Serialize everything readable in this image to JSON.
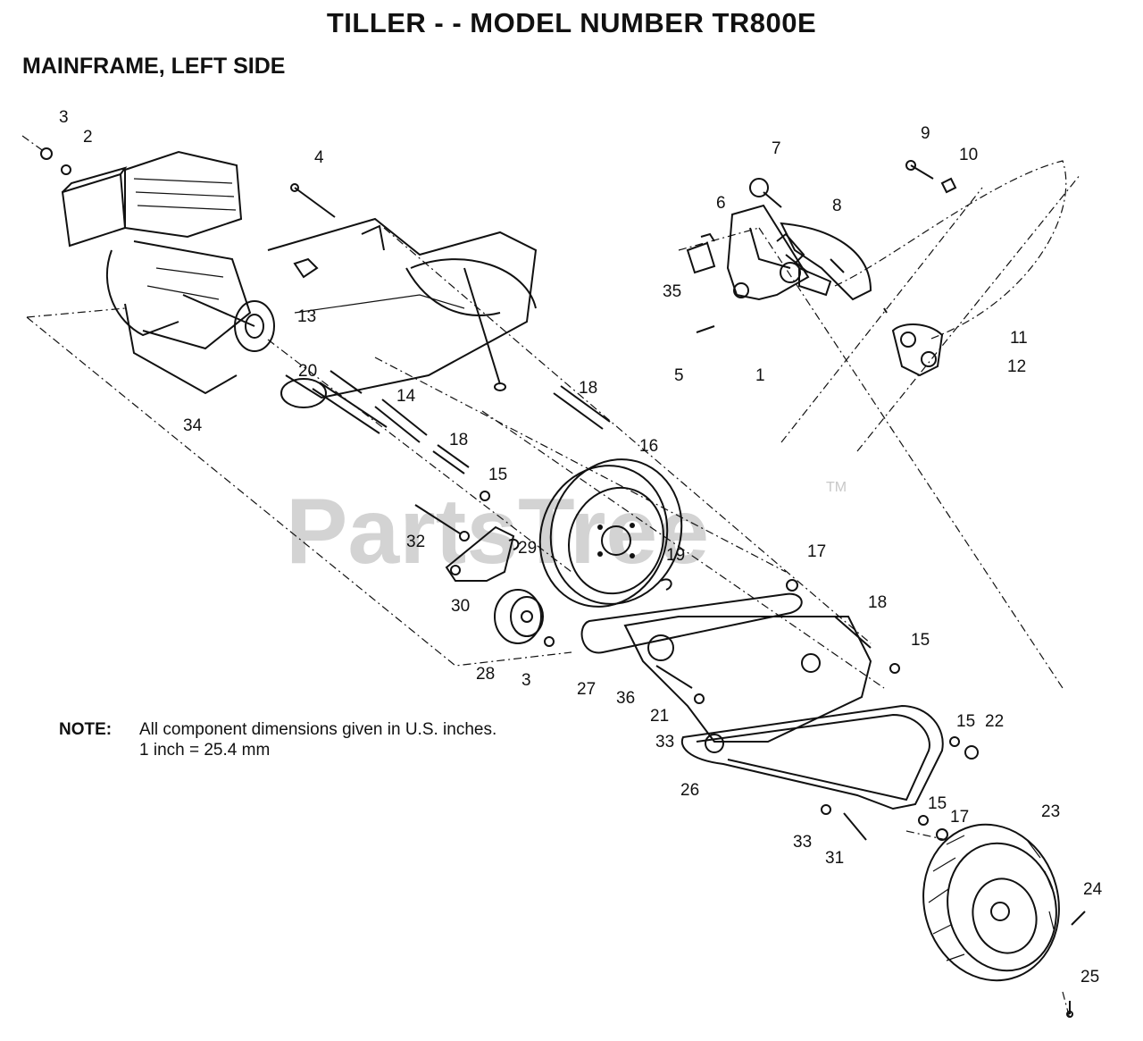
{
  "title": "TILLER - - MODEL NUMBER TR800E",
  "subtitle": "MAINFRAME, LEFT SIDE",
  "note": {
    "label": "NOTE:",
    "line1": "All component dimensions given in U.S. inches.",
    "line2": "1 inch = 25.4 mm"
  },
  "watermark": {
    "text": "PartsTree",
    "trademark": "TM"
  },
  "callouts": [
    "3",
    "2",
    "4",
    "7",
    "9",
    "10",
    "6",
    "8",
    "35",
    "13",
    "11",
    "12",
    "5",
    "1",
    "20",
    "34",
    "14",
    "18",
    "18",
    "16",
    "15",
    "32",
    "17",
    "29",
    "19",
    "30",
    "18",
    "15",
    "28",
    "3",
    "27",
    "36",
    "21",
    "33",
    "15",
    "22",
    "26",
    "15",
    "17",
    "33",
    "31",
    "23",
    "24",
    "25"
  ]
}
